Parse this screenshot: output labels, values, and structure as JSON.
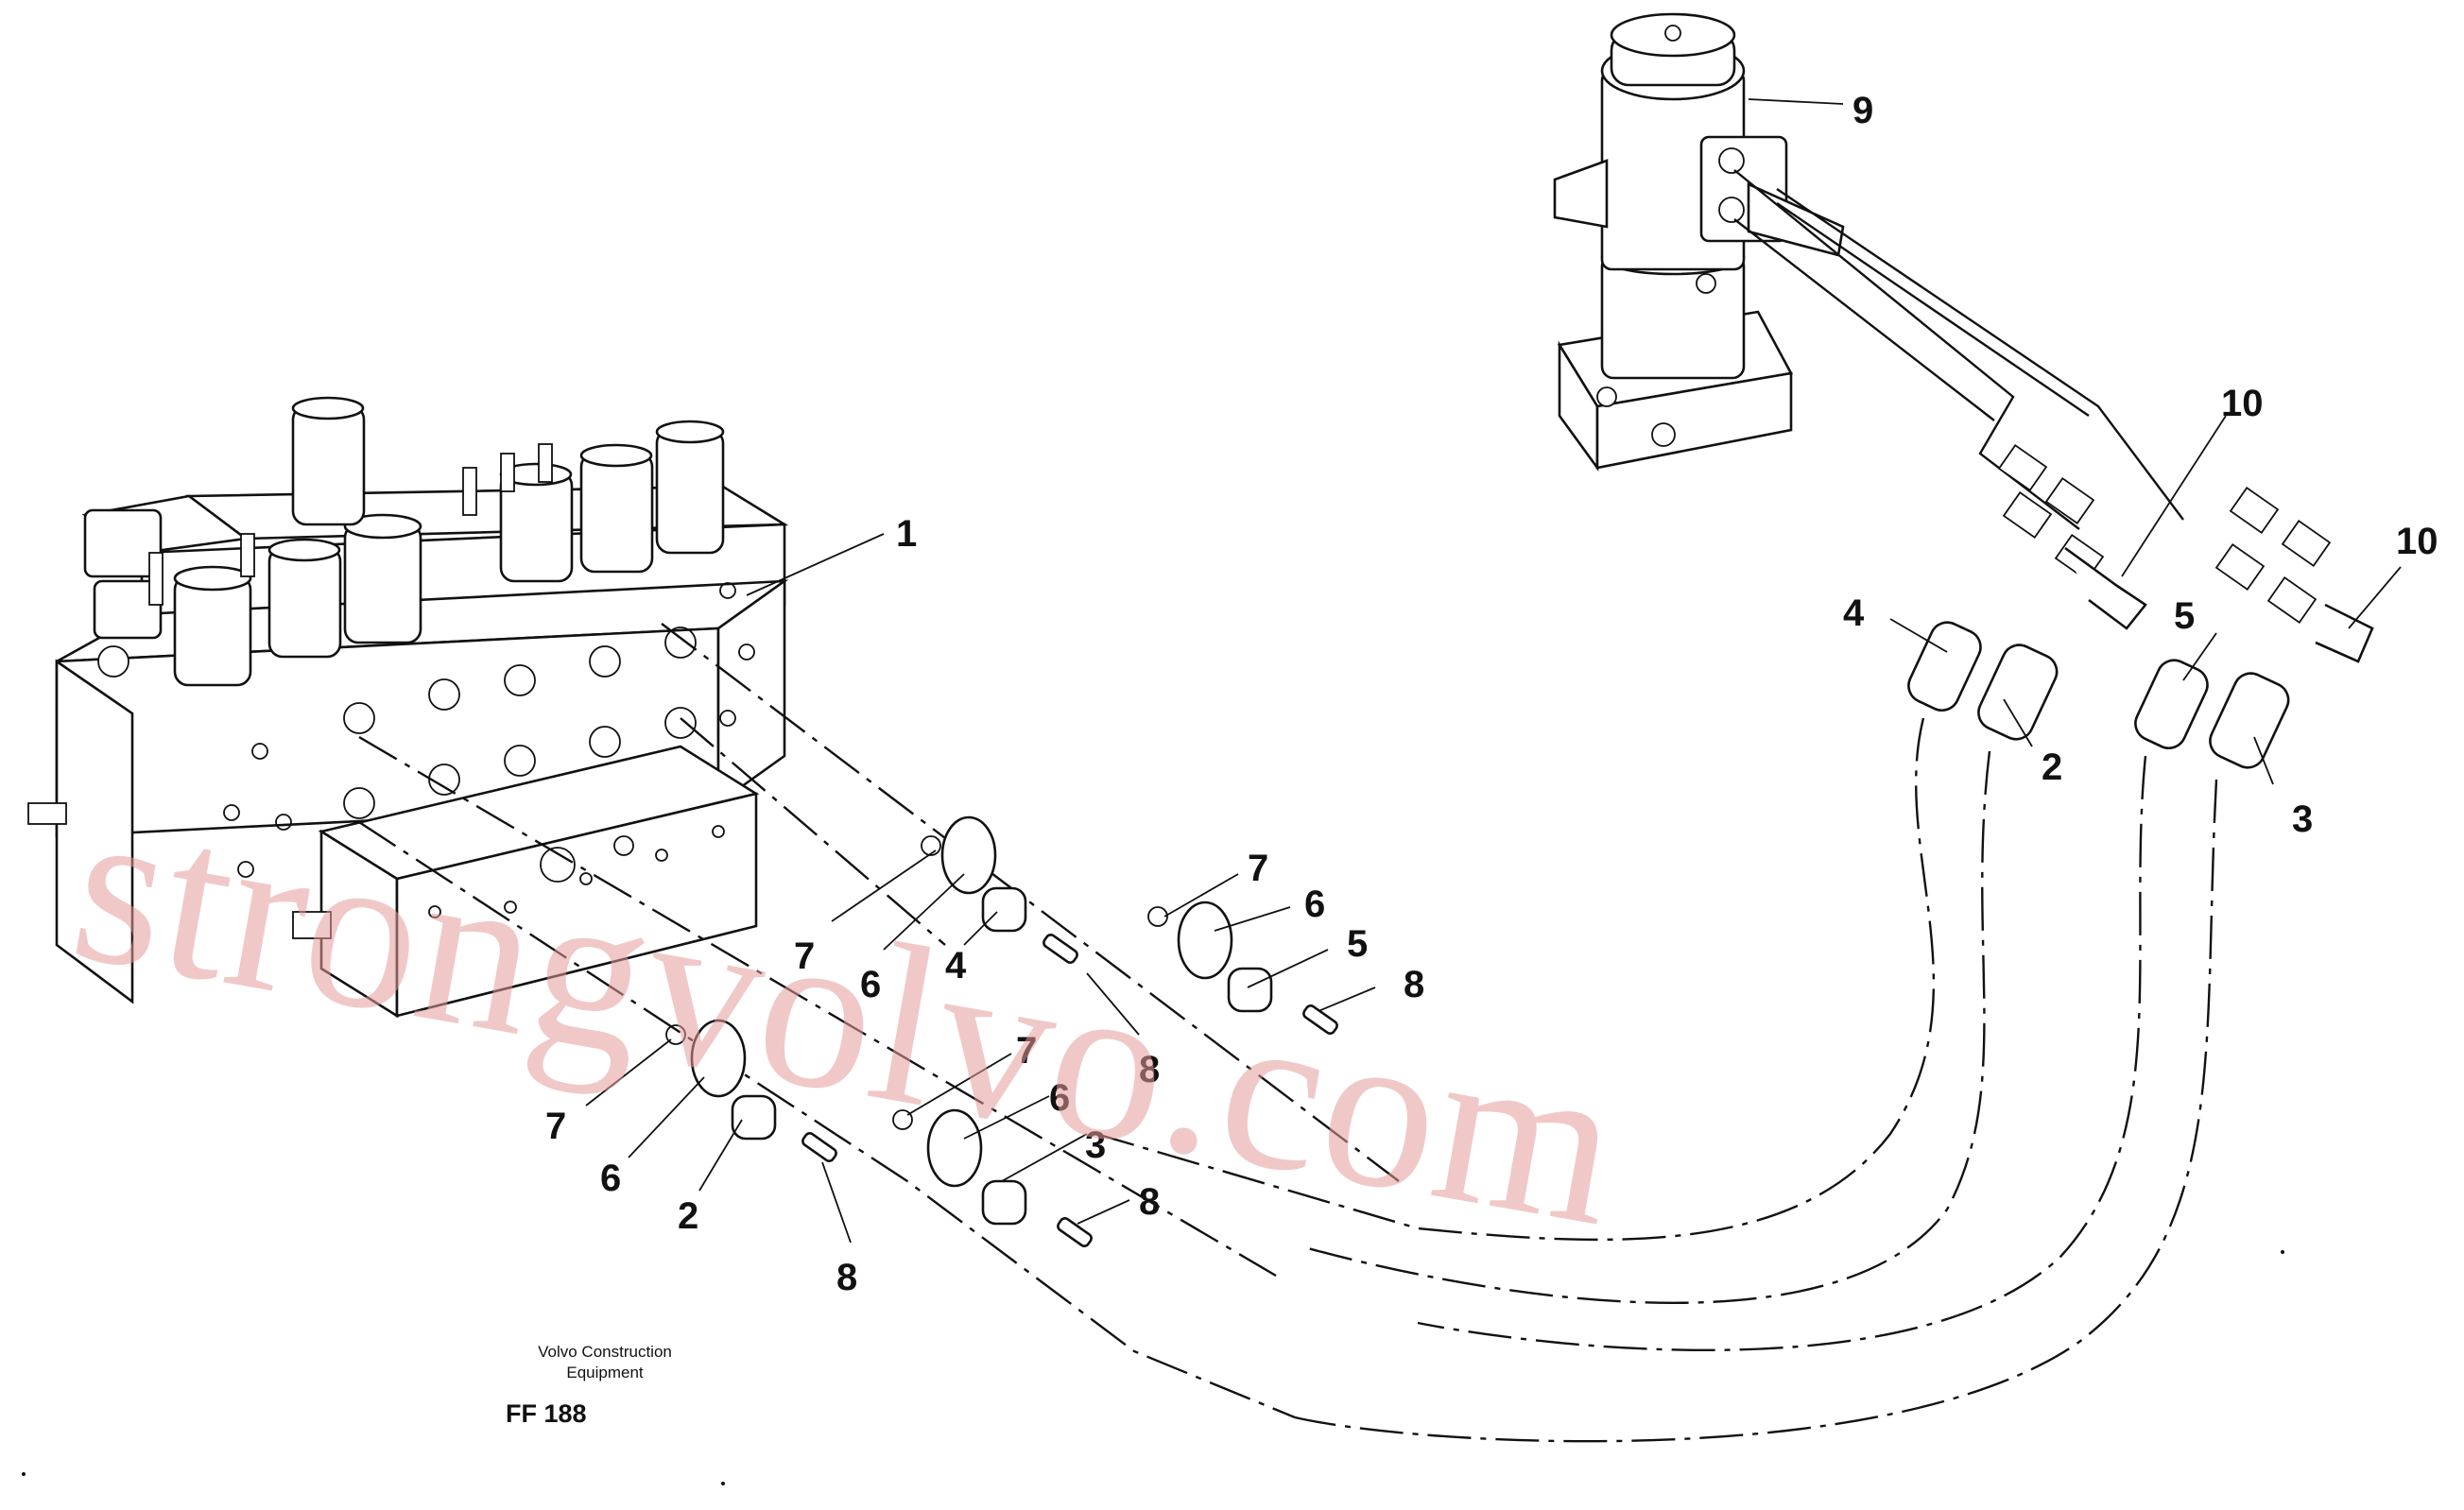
{
  "diagram": {
    "callouts": {
      "c1": "1",
      "c2_top": "2",
      "c3_top": "3",
      "c4_top": "4",
      "c5_top": "5",
      "c10_left": "10",
      "c10_right": "10",
      "c9": "9",
      "c7_a": "7",
      "c6_a": "6",
      "c4_mid": "4",
      "c8_a": "8",
      "c7_b": "7",
      "c6_b": "6",
      "c5_mid": "5",
      "c8_b": "8",
      "c7_c": "7",
      "c6_c": "6",
      "c2_low": "2",
      "c8_c": "8",
      "c7_d": "7",
      "c6_d": "6",
      "c3_low": "3",
      "c8_d": "8"
    },
    "footer": {
      "line1": "Volvo Construction",
      "line2": "Equipment",
      "code": "FF 188"
    },
    "watermark": "strongvolvo.com"
  }
}
